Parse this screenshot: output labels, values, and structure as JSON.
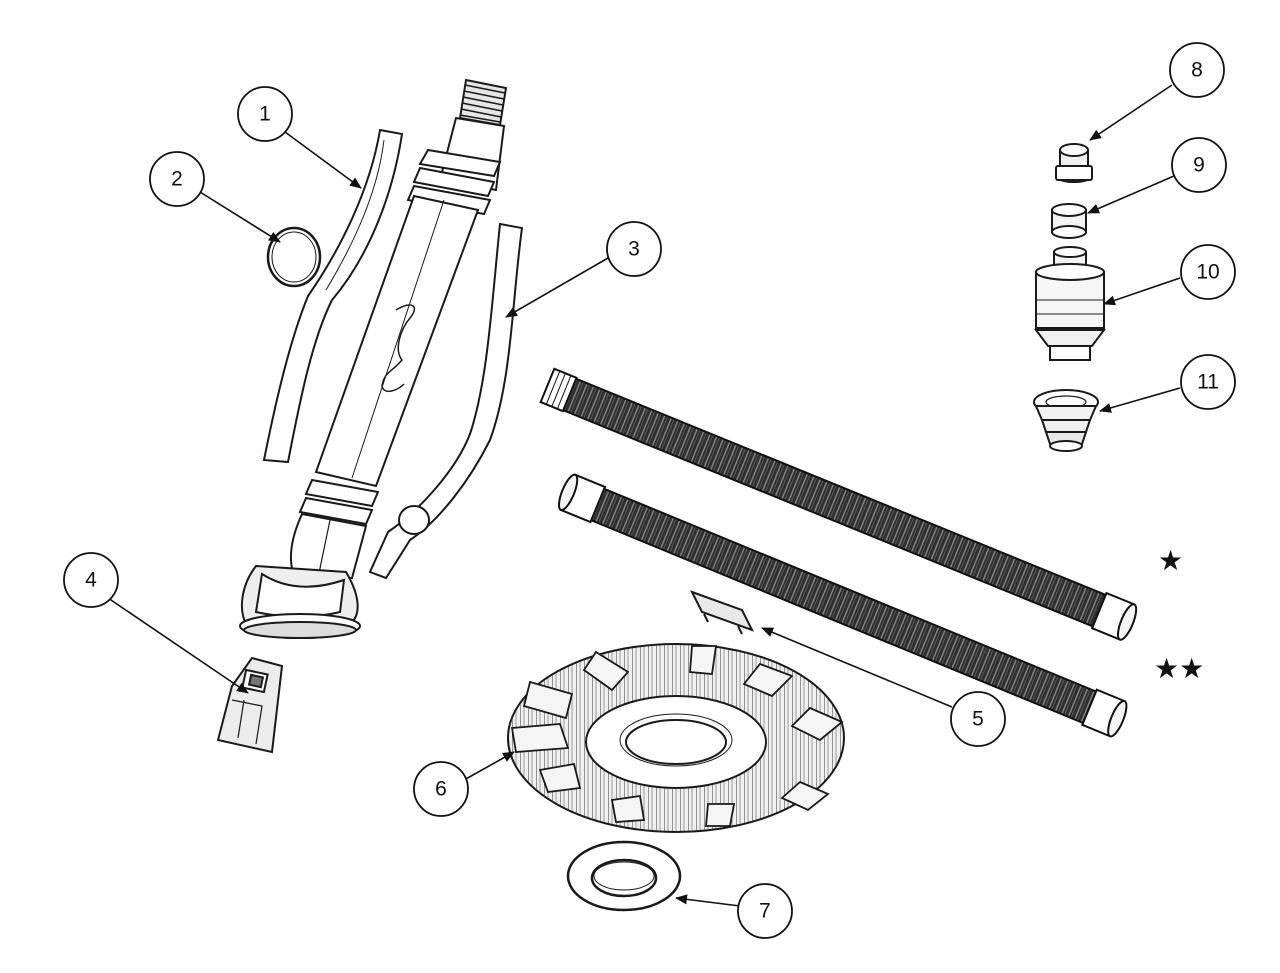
{
  "callouts": [
    {
      "id": 1,
      "label": "1",
      "part": "part-1"
    },
    {
      "id": 2,
      "label": "2",
      "part": "part-2"
    },
    {
      "id": 3,
      "label": "3",
      "part": "part-3"
    },
    {
      "id": 4,
      "label": "4",
      "part": "part-4"
    },
    {
      "id": 5,
      "label": "5",
      "part": "part-5"
    },
    {
      "id": 6,
      "label": "6",
      "part": "part-6"
    },
    {
      "id": 7,
      "label": "7",
      "part": "part-7"
    },
    {
      "id": 8,
      "label": "8",
      "part": "part-8"
    },
    {
      "id": 9,
      "label": "9",
      "part": "part-9"
    },
    {
      "id": 10,
      "label": "10",
      "part": "part-10"
    },
    {
      "id": 11,
      "label": "11",
      "part": "part-11"
    }
  ],
  "markers": {
    "hose_single": "★",
    "hose_double": "★★"
  },
  "colors": {
    "ink": "#1a1a1a",
    "fill": "#ffffff",
    "shade": "#d9d9d9",
    "hose": "#3a3a3a"
  }
}
